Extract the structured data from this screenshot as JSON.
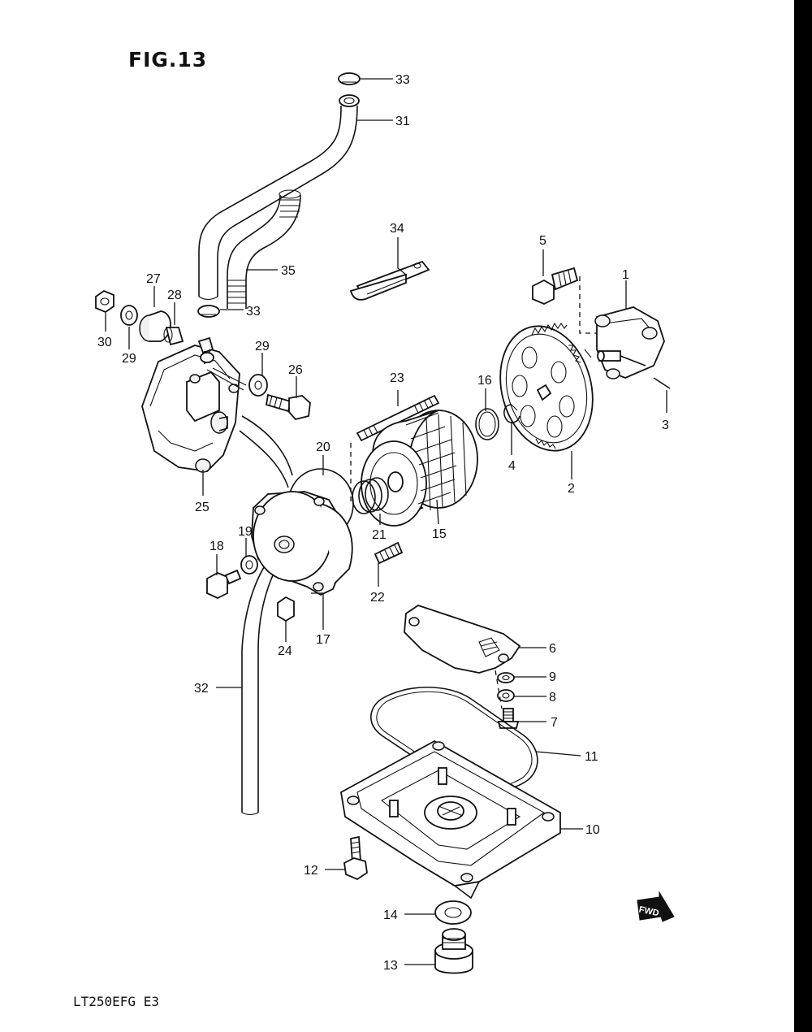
{
  "figure_title": "FIG.13",
  "model_code": "LT250EFG E3",
  "direction_badge": "FWD",
  "callouts": {
    "p1": "1",
    "p2": "2",
    "p3": "3",
    "p4": "4",
    "p5": "5",
    "p6": "6",
    "p7": "7",
    "p8": "8",
    "p9": "9",
    "p10": "10",
    "p11": "11",
    "p12": "12",
    "p13": "13",
    "p14": "14",
    "p15": "15",
    "p16": "16",
    "p17": "17",
    "p18": "18",
    "p19": "19",
    "p20": "20",
    "p21": "21",
    "p22": "22",
    "p23": "23",
    "p24": "24",
    "p25": "25",
    "p26": "26",
    "p27": "27",
    "p28": "28",
    "p29a": "29",
    "p29b": "29",
    "p30": "30",
    "p31": "31",
    "p32": "32",
    "p33a": "33",
    "p33b": "33",
    "p34": "34",
    "p35": "35"
  },
  "colors": {
    "line": "#111111",
    "background": "#ffffff",
    "edge_bar": "#000000"
  }
}
